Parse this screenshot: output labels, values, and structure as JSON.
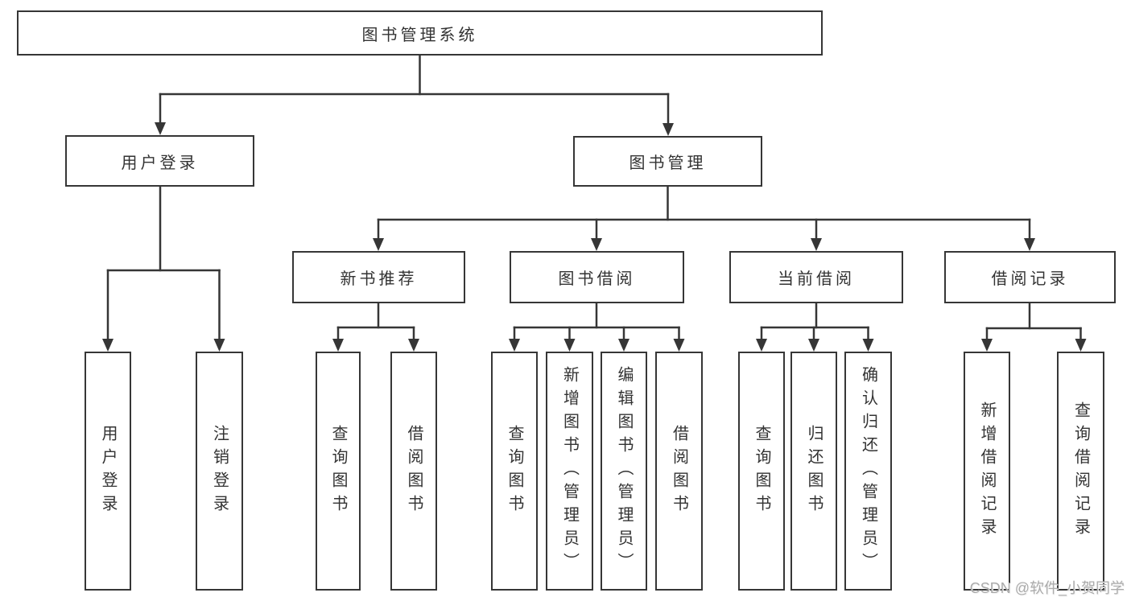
{
  "tree": {
    "label": "图书管理系统",
    "children": [
      {
        "label": "用户登录",
        "children": [
          {
            "label": "用户登录"
          },
          {
            "label": "注销登录"
          }
        ]
      },
      {
        "label": "图书管理",
        "children": [
          {
            "label": "新书推荐",
            "children": [
              {
                "label": "查询图书"
              },
              {
                "label": "借阅图书"
              }
            ]
          },
          {
            "label": "图书借阅",
            "children": [
              {
                "label": "查询图书"
              },
              {
                "label": "新增图书（管理员）"
              },
              {
                "label": "编辑图书（管理员）"
              },
              {
                "label": "借阅图书"
              }
            ]
          },
          {
            "label": "当前借阅",
            "children": [
              {
                "label": "查询图书"
              },
              {
                "label": "归还图书"
              },
              {
                "label": "确认归还（管理员）"
              }
            ]
          },
          {
            "label": "借阅记录",
            "children": [
              {
                "label": "新增借阅记录"
              },
              {
                "label": "查询借阅记录"
              }
            ]
          }
        ]
      }
    ]
  },
  "watermark": {
    "text": "CSDN @软件_小贺同学"
  },
  "colors": {
    "line": "#363636",
    "text": "#333333",
    "box_background": "#ffffff",
    "watermark": "#ababab"
  }
}
